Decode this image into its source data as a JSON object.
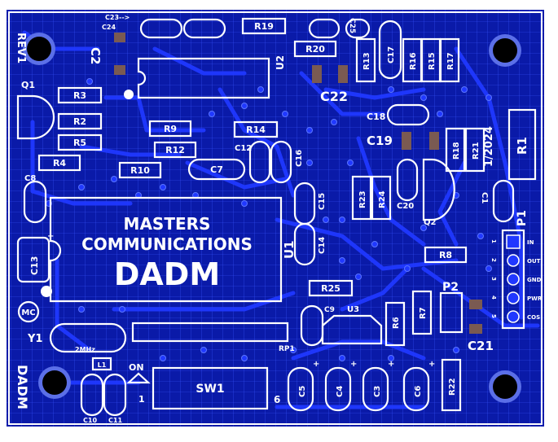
{
  "colors": {
    "board": "#0a1aa8",
    "grid": "#3a55ff",
    "trace": "#2038ff",
    "silkscreen": "#ffffff",
    "pad": "#7a5a52",
    "background": "#ffffff"
  },
  "board": {
    "rev": "REV1",
    "name_side": "DADM",
    "title_line1": "MASTERS",
    "title_line2": "COMMUNICATIONS",
    "title_line3": "DADM",
    "date": "1/2024",
    "logo": "MC"
  },
  "labels": {
    "c23": "C23-->",
    "c24": "C24",
    "c2": "C2",
    "r19": "R19",
    "c25": "C25",
    "r20": "R20",
    "u2": "U2",
    "c22": "C22",
    "r13": "R13",
    "c17": "C17",
    "r16": "R16",
    "r15": "R15",
    "r17": "R17",
    "q1": "Q1",
    "r3": "R3",
    "r2": "R2",
    "r5": "R5",
    "r4": "R4",
    "r9": "R9",
    "r12": "R12",
    "r10": "R10",
    "r14": "R14",
    "c12": "C12",
    "c7": "C7",
    "c16": "C16",
    "c18": "C18",
    "c19": "C19",
    "r18": "R18",
    "r21": "R21",
    "r1": "R1",
    "c8": "C8",
    "c15": "C15",
    "r23": "R23",
    "r24": "R24",
    "c20": "C20",
    "q2": "Q2",
    "c1": "C1",
    "p1": "P1",
    "c13": "C13",
    "u1": "U1",
    "c14": "C14",
    "r8": "R8",
    "p2": "P2",
    "r25": "R25",
    "c9": "C9",
    "u3": "U3",
    "r6": "R6",
    "r7": "R7",
    "c21": "C21",
    "y1": "Y1",
    "xtal": "2MHz",
    "rp1": "RP1",
    "l1": "L1",
    "on": "ON",
    "sw1": "SW1",
    "sw_pin1": "1",
    "sw_pin6": "6",
    "c5": "C5",
    "c4": "C4",
    "c3": "C3",
    "c6": "C6",
    "r22": "R22",
    "c10": "C10",
    "c11": "C11",
    "plus": "+"
  },
  "p1_pins": [
    {
      "num": "1",
      "name": "IN"
    },
    {
      "num": "2",
      "name": "OUT"
    },
    {
      "num": "3",
      "name": "GND"
    },
    {
      "num": "4",
      "name": "PWR"
    },
    {
      "num": "5",
      "name": "COS"
    }
  ]
}
